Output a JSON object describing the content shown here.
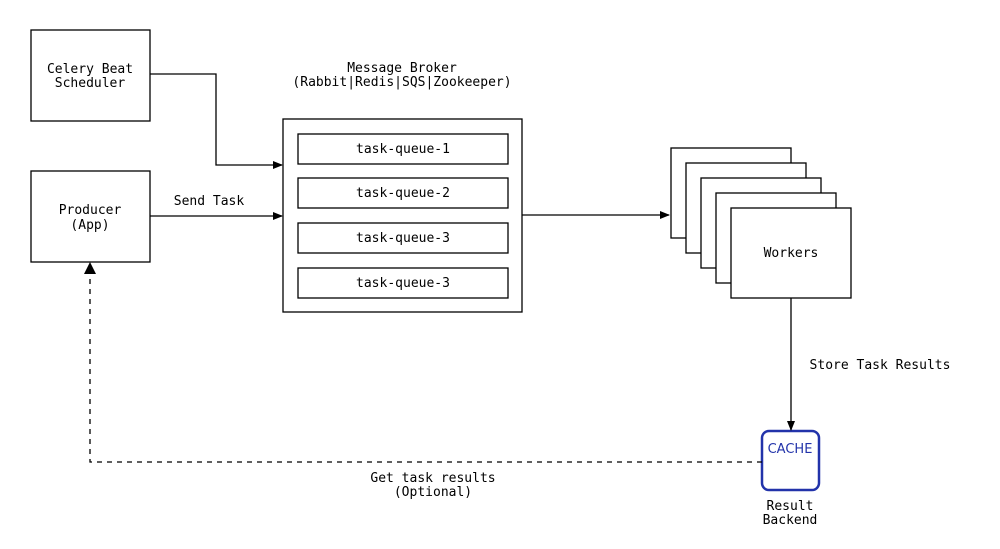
{
  "nodes": {
    "scheduler": {
      "line1": "Celery Beat",
      "line2": "Scheduler"
    },
    "producer": {
      "line1": "Producer",
      "line2": "(App)"
    },
    "broker": {
      "title": "Message Broker",
      "subtitle": "(Rabbit|Redis|SQS|Zookeeper)",
      "queues": [
        "task-queue-1",
        "task-queue-2",
        "task-queue-3",
        "task-queue-3"
      ]
    },
    "workers": {
      "label": "Workers"
    },
    "cache": {
      "label": "CACHE",
      "color": "#2233aa",
      "caption1": "Result",
      "caption2": "Backend"
    }
  },
  "edges": {
    "send_task": "Send Task",
    "store_results": "Store Task Results",
    "get_results_line1": "Get task results",
    "get_results_line2": "(Optional)"
  }
}
